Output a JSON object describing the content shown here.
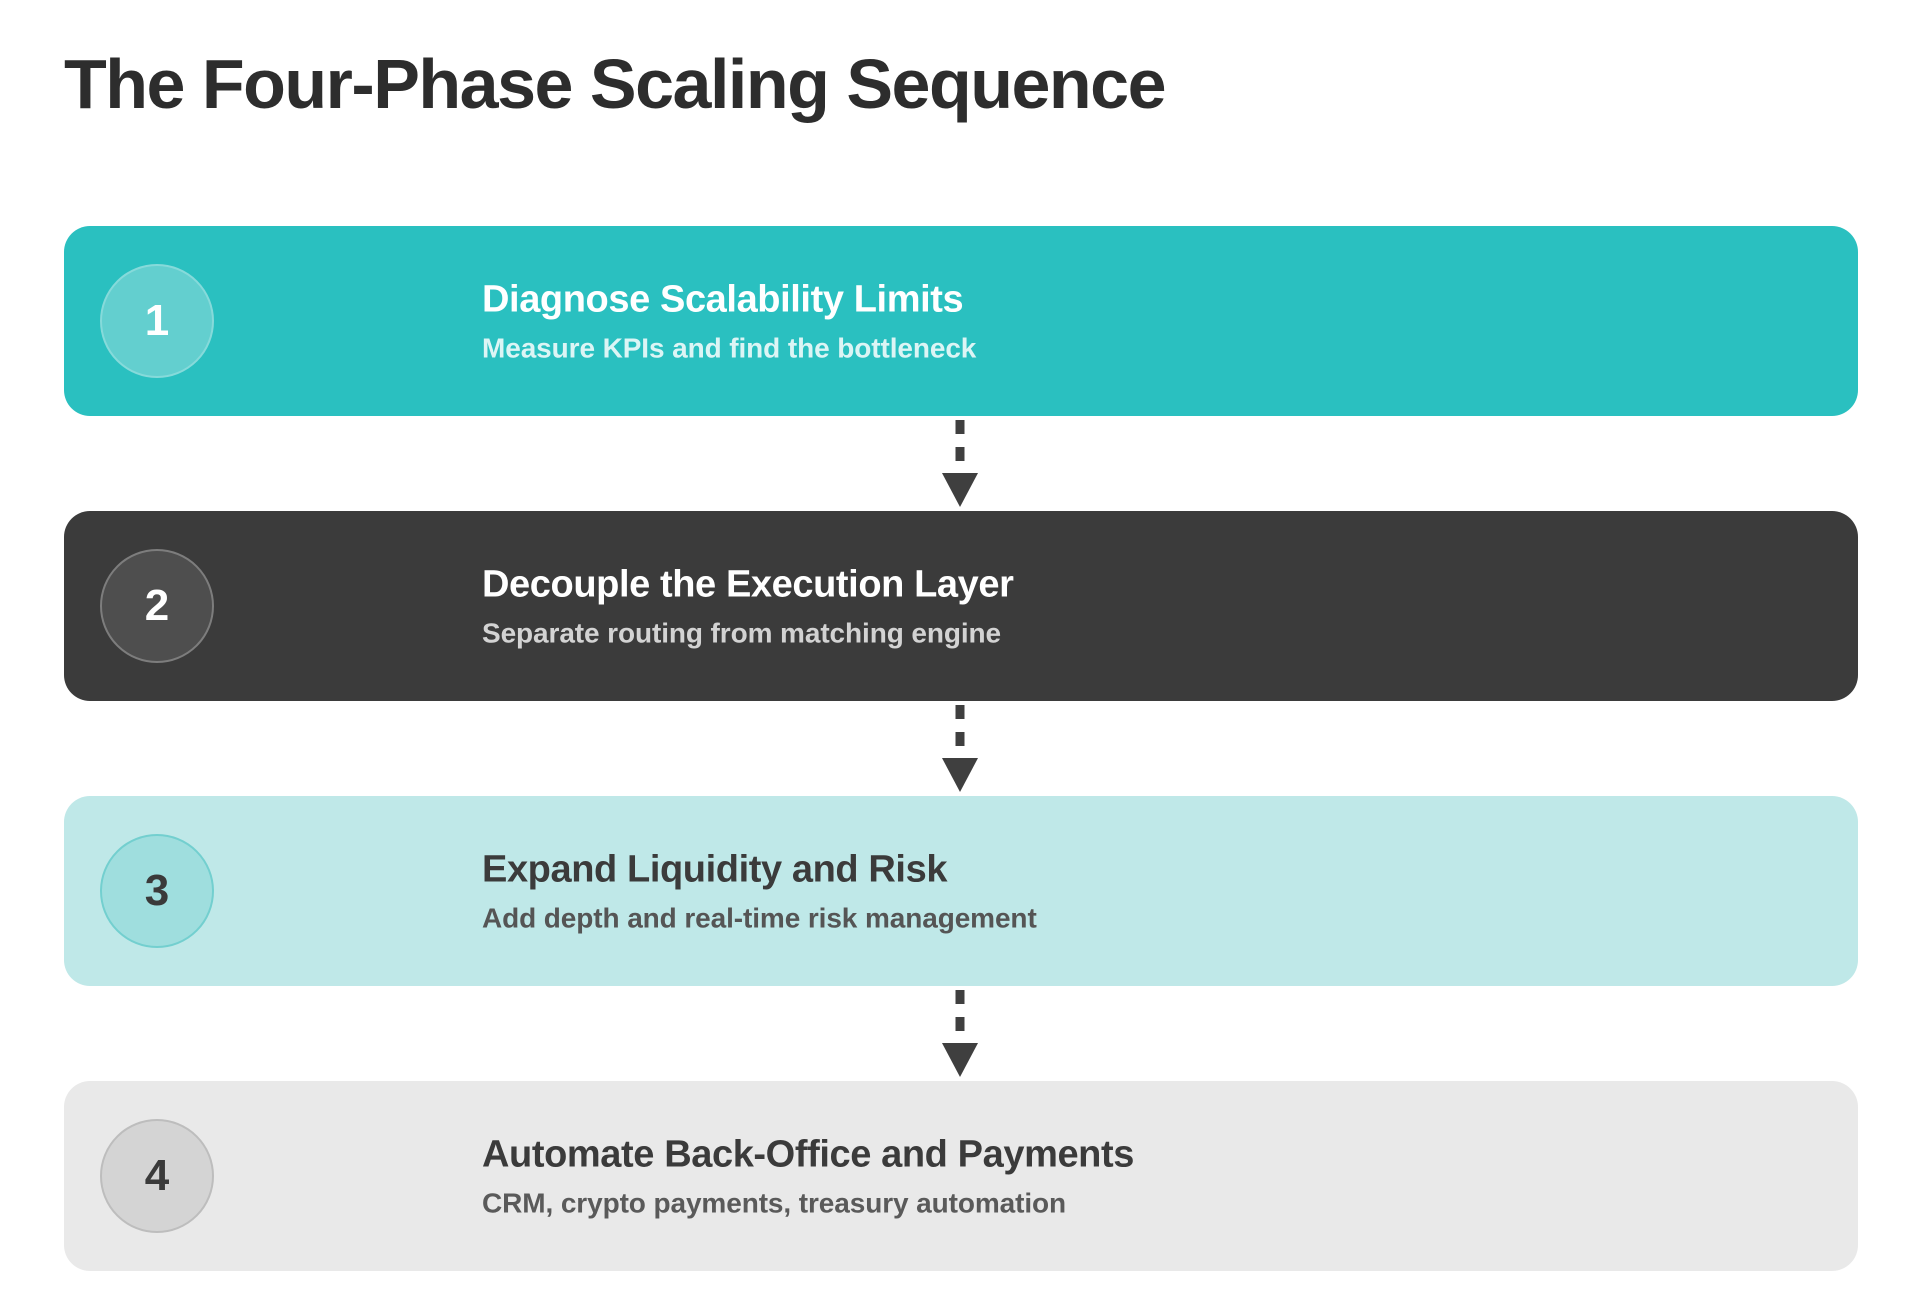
{
  "header": {
    "title": "The Four-Phase Scaling Sequence"
  },
  "colors": {
    "accent_teal": "#2ac0c0",
    "dark": "#3b3b3b",
    "light_teal": "#bfe8e8",
    "light_gray": "#e9e9e9",
    "title_text": "#2d2d2d",
    "arrow": "#3f3f3f"
  },
  "steps": [
    {
      "number": "1",
      "title": "Diagnose Scalability Limits",
      "subtitle": "Measure KPIs and find the bottleneck"
    },
    {
      "number": "2",
      "title": "Decouple the Execution Layer",
      "subtitle": "Separate routing from matching engine"
    },
    {
      "number": "3",
      "title": "Expand Liquidity and Risk",
      "subtitle": "Add depth and real-time risk management"
    },
    {
      "number": "4",
      "title": "Automate Back-Office and Payments",
      "subtitle": "CRM, crypto payments, treasury automation"
    }
  ],
  "connectors": [
    {
      "icon": "dashed-down-arrow-icon"
    },
    {
      "icon": "dashed-down-arrow-icon"
    },
    {
      "icon": "dashed-down-arrow-icon"
    }
  ]
}
